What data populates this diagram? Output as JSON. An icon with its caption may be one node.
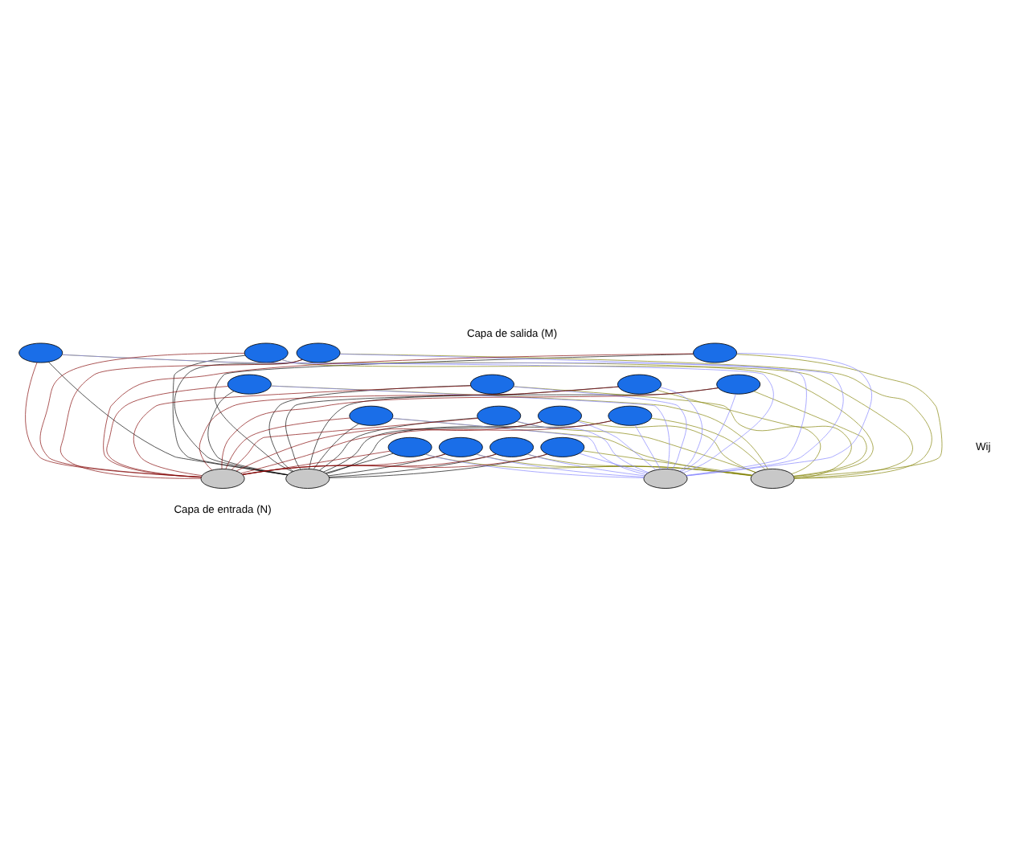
{
  "diagram": {
    "title": "Capa de salida (M)",
    "caption": "Capa de entrada (N)",
    "nodes": [
      {
        "text": [],
        "shape": "ellipse"
      },
      {
        "text": [],
        "shape": "ellipse"
      },
      {
        "text": [],
        "shape": "ellipse"
      },
      {
        "text": [],
        "shape": "ellipse"
      },
      {
        "text": [],
        "shape": "ellipse"
      },
      {
        "text": [],
        "shape": "ellipse"
      },
      {
        "text": [],
        "shape": "ellipse"
      },
      {
        "text": [],
        "shape": "ellipse"
      },
      {
        "text": [],
        "shape": "ellipse"
      },
      {
        "text": [],
        "shape": "ellipse"
      },
      {
        "text": [],
        "shape": "ellipse"
      },
      {
        "text": [],
        "shape": "ellipse"
      },
      {
        "text": [],
        "shape": "ellipse"
      },
      {
        "text": [],
        "shape": "ellipse"
      },
      {
        "text": [],
        "shape": "ellipse"
      },
      {
        "text": [],
        "shape": "ellipse"
      },
      {
        "text": [],
        "shape": "ellipse"
      },
      {
        "text": [],
        "shape": "ellipse"
      },
      {
        "text": [],
        "shape": "ellipse"
      },
      {
        "text": [],
        "shape": "ellipse"
      }
    ],
    "edges": [
      {
        "from": 16,
        "to": 0,
        "arrow": "none",
        "color": "#000000"
      },
      {
        "from": 16,
        "to": 1,
        "arrow": "none",
        "color": "#000000"
      },
      {
        "from": 16,
        "to": 2,
        "arrow": "none",
        "color": "#000000"
      },
      {
        "from": 16,
        "to": 3,
        "arrow": "none",
        "color": "#000000"
      },
      {
        "from": 16,
        "to": 4,
        "arrow": "none",
        "color": "#000000"
      },
      {
        "from": 16,
        "to": 5,
        "arrow": "none",
        "color": "#000000"
      },
      {
        "from": 16,
        "to": 6,
        "arrow": "none",
        "color": "#000000"
      },
      {
        "from": 16,
        "to": 7,
        "arrow": "none",
        "color": "#000000"
      },
      {
        "from": 16,
        "to": 8,
        "arrow": "none",
        "color": "#000000"
      },
      {
        "from": 16,
        "to": 9,
        "arrow": "none",
        "color": "#000000"
      },
      {
        "from": 16,
        "to": 10,
        "arrow": "none",
        "color": "#000000"
      },
      {
        "from": 16,
        "to": 11,
        "arrow": "none",
        "color": "#000000"
      },
      {
        "from": 16,
        "to": 12,
        "arrow": "none",
        "color": "#000000"
      },
      {
        "from": 16,
        "to": 13,
        "arrow": "none",
        "color": "#000000"
      },
      {
        "from": 16,
        "to": 14,
        "arrow": "none",
        "color": "#000000"
      },
      {
        "from": 16,
        "to": 15,
        "arrow": "none",
        "color": "#000000"
      },
      {
        "from": 17,
        "to": 0,
        "arrow": "none",
        "color": "#808000"
      },
      {
        "from": 17,
        "to": 1,
        "arrow": "none",
        "color": "#808000"
      },
      {
        "from": 17,
        "to": 2,
        "arrow": "none",
        "color": "#808000"
      },
      {
        "from": 17,
        "to": 3,
        "arrow": "none",
        "color": "#808000"
      },
      {
        "from": 17,
        "to": 4,
        "arrow": "none",
        "color": "#808000"
      },
      {
        "from": 17,
        "to": 5,
        "arrow": "none",
        "color": "#808000"
      },
      {
        "from": 17,
        "to": 6,
        "arrow": "none",
        "color": "#808000"
      },
      {
        "from": 17,
        "to": 7,
        "arrow": "none",
        "color": "#808000"
      },
      {
        "from": 17,
        "to": 8,
        "arrow": "none",
        "color": "#808000"
      },
      {
        "from": 17,
        "to": 9,
        "arrow": "none",
        "color": "#808000"
      },
      {
        "from": 17,
        "to": 10,
        "arrow": "none",
        "color": "#808000"
      },
      {
        "from": 17,
        "to": 11,
        "arrow": "none",
        "color": "#808000"
      },
      {
        "from": 17,
        "to": 12,
        "arrow": "none",
        "color": "#808000"
      },
      {
        "from": 17,
        "to": 13,
        "arrow": "none",
        "color": "#808000"
      },
      {
        "from": 17,
        "to": 14,
        "arrow": "none",
        "color": "#808000"
      },
      {
        "from": 17,
        "to": 15,
        "arrow": "none",
        "color": "#808000"
      },
      {
        "from": 18,
        "to": 0,
        "arrow": "none",
        "color": "#8080ff"
      },
      {
        "from": 18,
        "to": 1,
        "arrow": "none",
        "color": "#8080ff"
      },
      {
        "from": 18,
        "to": 2,
        "arrow": "none",
        "color": "#8080ff"
      },
      {
        "from": 18,
        "to": 3,
        "arrow": "none",
        "color": "#8080ff"
      },
      {
        "from": 18,
        "to": 4,
        "arrow": "none",
        "color": "#8080ff"
      },
      {
        "from": 18,
        "to": 5,
        "arrow": "none",
        "color": "#8080ff"
      },
      {
        "from": 18,
        "to": 6,
        "arrow": "none",
        "color": "#8080ff"
      },
      {
        "from": 18,
        "to": 7,
        "arrow": "none",
        "color": "#8080ff"
      },
      {
        "from": 18,
        "to": 8,
        "arrow": "none",
        "color": "#8080ff"
      },
      {
        "from": 18,
        "to": 9,
        "arrow": "none",
        "color": "#8080ff"
      },
      {
        "from": 18,
        "to": 10,
        "arrow": "none",
        "color": "#8080ff"
      },
      {
        "from": 18,
        "to": 11,
        "arrow": "none",
        "color": "#8080ff"
      },
      {
        "from": 18,
        "to": 12,
        "arrow": "none",
        "color": "#8080ff"
      },
      {
        "from": 18,
        "to": 13,
        "arrow": "none",
        "color": "#8080ff"
      },
      {
        "from": 18,
        "to": 14,
        "arrow": "none",
        "color": "#8080ff"
      },
      {
        "from": 18,
        "to": 15,
        "arrow": "none",
        "color": "#8080ff"
      },
      {
        "from": 19,
        "to": 0,
        "arrow": "none",
        "color": "#800000"
      },
      {
        "from": 19,
        "to": 1,
        "arrow": "none",
        "color": "#800000"
      },
      {
        "from": 19,
        "to": 2,
        "arrow": "none",
        "color": "#800000"
      },
      {
        "from": 19,
        "to": 3,
        "arrow": "none",
        "color": "#800000"
      },
      {
        "from": 19,
        "to": 4,
        "arrow": "none",
        "color": "#800000"
      },
      {
        "from": 19,
        "to": 5,
        "arrow": "none",
        "color": "#800000"
      },
      {
        "from": 19,
        "to": 6,
        "arrow": "none",
        "color": "#800000"
      },
      {
        "from": 19,
        "to": 7,
        "arrow": "none",
        "color": "#800000"
      },
      {
        "from": 19,
        "to": 8,
        "arrow": "none",
        "color": "#800000"
      },
      {
        "from": 19,
        "to": 9,
        "arrow": "none",
        "color": "#800000"
      },
      {
        "from": 19,
        "to": 10,
        "arrow": "none",
        "color": "#800000"
      },
      {
        "from": 19,
        "to": 11,
        "arrow": "none",
        "color": "#800000"
      },
      {
        "from": 19,
        "to": 12,
        "arrow": "none",
        "color": "#800000"
      },
      {
        "from": 19,
        "to": 13,
        "arrow": "none",
        "color": "#800000"
      },
      {
        "from": 19,
        "to": 14,
        "arrow": "none",
        "color": "#800000"
      },
      {
        "from": 19,
        "to": 15,
        "arrow": "none",
        "color": "#800000"
      }
    ],
    "labels": [
      "Wij"
    ]
  }
}
